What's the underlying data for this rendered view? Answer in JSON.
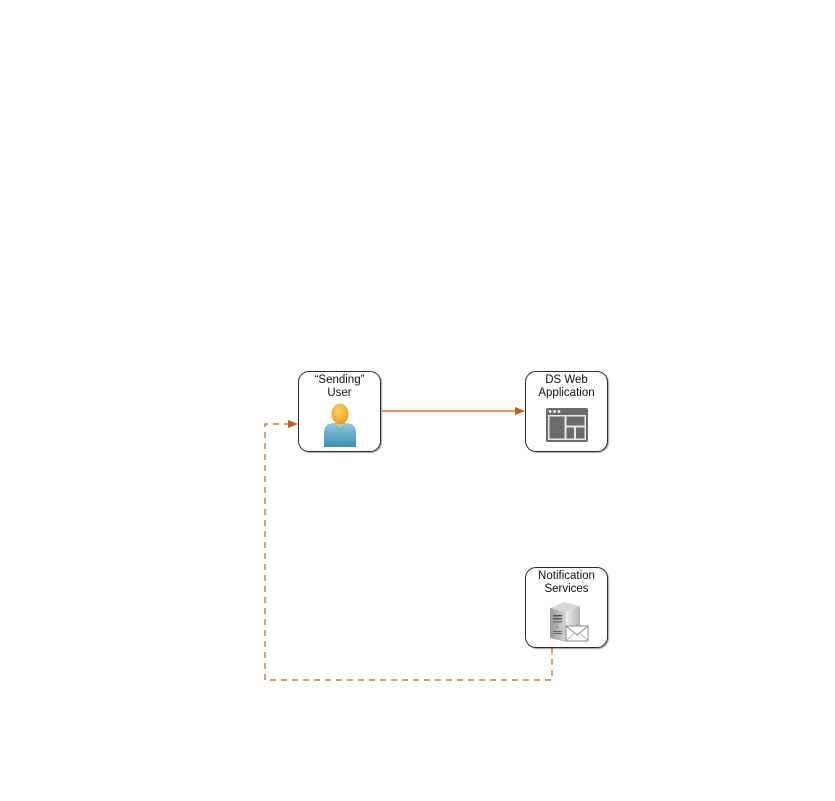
{
  "diagram": {
    "nodes": [
      {
        "id": "sending-user",
        "label_line1": "“Sending”",
        "label_line2": "User",
        "icon": "user-icon"
      },
      {
        "id": "ds-web-application",
        "label_line1": "DS Web",
        "label_line2": "Application",
        "icon": "web-application-icon"
      },
      {
        "id": "notification-services",
        "label_line1": "Notification",
        "label_line2": "Services",
        "icon": "mail-server-icon"
      }
    ],
    "edges": [
      {
        "from": "sending-user",
        "to": "ds-web-application",
        "style": "solid",
        "color": "#c0600f"
      },
      {
        "from": "notification-services",
        "to": "sending-user",
        "style": "dashed",
        "color": "#c0600f"
      }
    ],
    "colors": {
      "edge": "#c0600f",
      "node_border": "#2b2b2b",
      "user_head": "#f5b030",
      "user_body": "#5aa8c8",
      "app_icon": "#6b6b6b",
      "server": "#c8c8c8"
    }
  }
}
